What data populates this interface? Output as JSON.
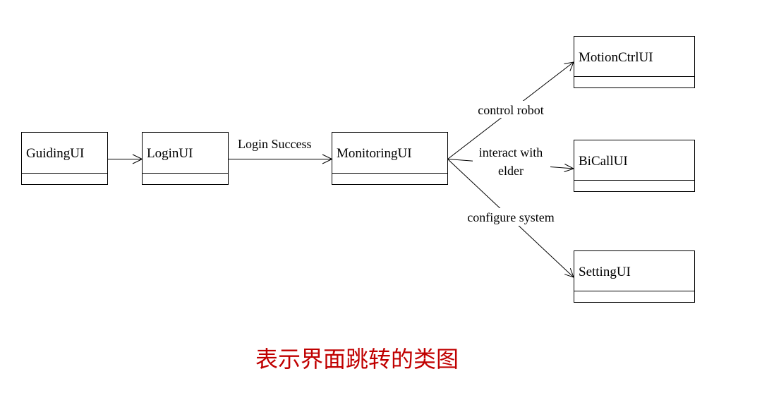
{
  "classes": {
    "guiding": "GuidingUI",
    "login": "LoginUI",
    "monitoring": "MonitoringUI",
    "motion": "MotionCtrlUI",
    "bicall": "BiCallUI",
    "setting": "SettingUI"
  },
  "edges": {
    "login_success": "Login Success",
    "control_robot": "control robot",
    "interact_line1": "interact with",
    "interact_line2": "elder",
    "configure_system": "configure system"
  },
  "caption": "表示界面跳转的类图",
  "colors": {
    "caption": "#c00000",
    "line": "#000000"
  }
}
